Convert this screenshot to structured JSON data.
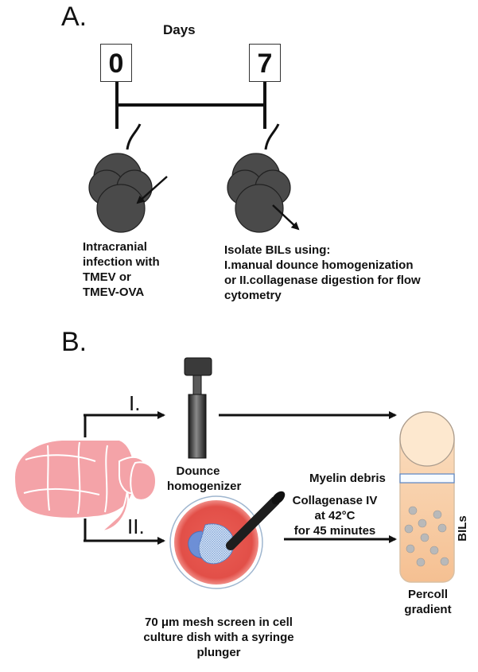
{
  "panel_a": {
    "label": "A.",
    "days_title": "Days",
    "day_start": "0",
    "day_end": "7",
    "infection_text": [
      "Intracranial",
      "infection with",
      "TMEV or",
      "TMEV-OVA"
    ],
    "isolate_text": [
      "Isolate BILs using:",
      "I.manual dounce homogenization",
      "or II.collagenase digestion for flow",
      "cytometry"
    ]
  },
  "panel_b": {
    "label": "B.",
    "route_one": "I.",
    "route_two": "II.",
    "dounce_label": [
      "Dounce",
      "homogenizer"
    ],
    "myelin_label": "Myelin debris",
    "collagenase_label": [
      "Collagenase IV",
      "at 42°C",
      "for 45 minutes"
    ],
    "bils_label": "BILs",
    "percoll_label": [
      "Percoll",
      "gradient"
    ],
    "mesh_label": [
      "70 μm mesh screen in cell",
      "culture dish with a syringe",
      "plunger"
    ]
  },
  "colors": {
    "brain": "#f4a3a8",
    "brain_outline": "#ffffff",
    "dish": "#e8564f",
    "mouse": "#4a4a4a",
    "tube_top": "#fde8cf",
    "tube_bottom": "#f7c79a",
    "cells": "#b9b9b9",
    "mesh": "#a8c8ee"
  },
  "icons": [
    "mouse-icon",
    "brain-icon",
    "dounce-homogenizer-icon",
    "culture-dish-icon",
    "syringe-icon",
    "percoll-tube-icon"
  ]
}
